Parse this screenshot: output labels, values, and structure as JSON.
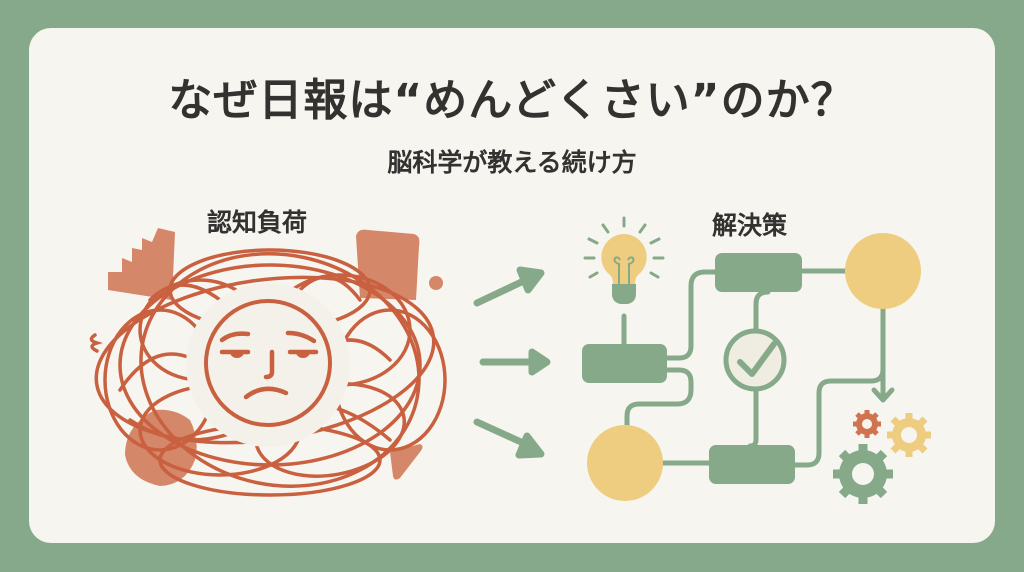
{
  "header": {
    "title": "なぜ日報は“めんどくさい”のか？",
    "subtitle": "脳科学が教える続け方"
  },
  "left_panel": {
    "label": "認知負荷",
    "illustration": "tangled-lines-with-stressed-face",
    "icons": [
      "stressed-face-icon",
      "scribble-tangle",
      "abstract-shapes"
    ]
  },
  "transition": {
    "icons": [
      "arrow-up-right-icon",
      "arrow-right-icon",
      "arrow-down-right-icon"
    ]
  },
  "right_panel": {
    "label": "解決策",
    "illustration": "flowchart-with-lightbulb-check-and-gears",
    "icons": [
      "lightbulb-icon",
      "check-circle-icon",
      "gears-icon",
      "arrow-down-icon"
    ]
  },
  "colors": {
    "background": "#87a98b",
    "card": "#f7f5ef",
    "text": "#333230",
    "terracotta": "#c9603f",
    "terracotta_fill": "#d5876a",
    "sage": "#86a98a",
    "yellow": "#eecd80"
  }
}
